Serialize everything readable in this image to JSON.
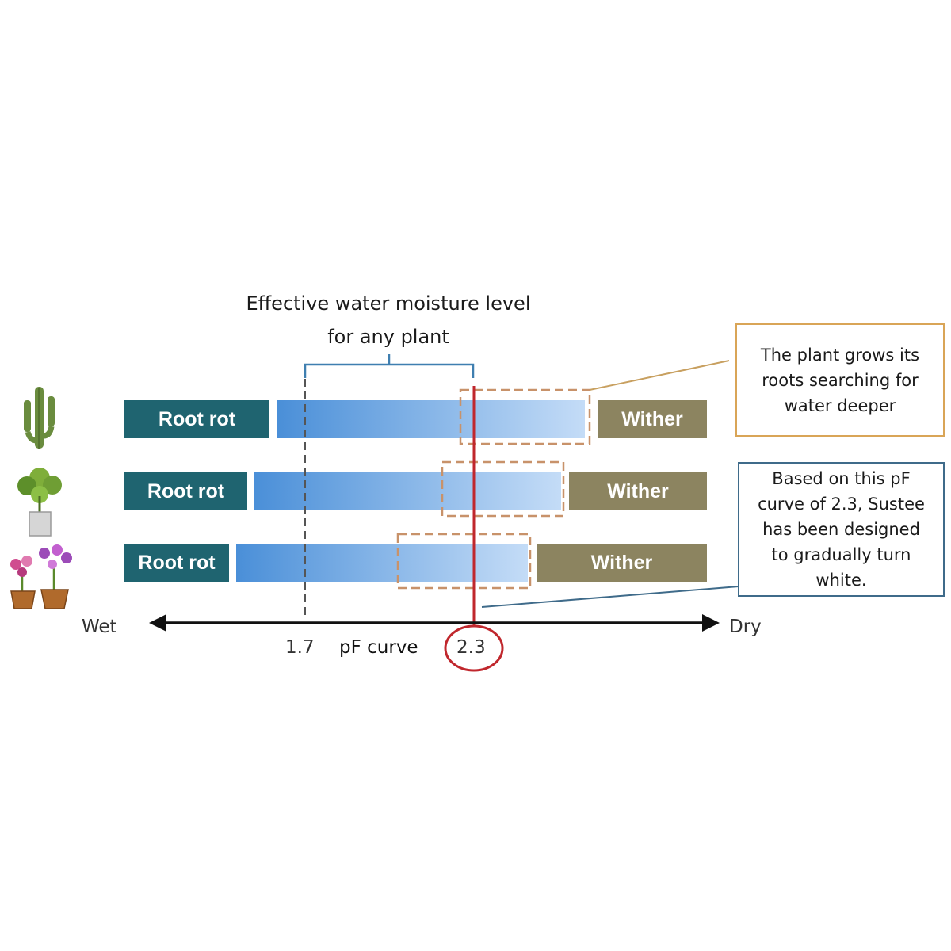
{
  "heading": {
    "line1": "Effective water moisture level",
    "line2": "for any plant"
  },
  "rows": [
    {
      "plant_icon": "cactus-icon",
      "left_label": "Root rot",
      "right_label": "Wither"
    },
    {
      "plant_icon": "potted-foliage-plant-icon",
      "left_label": "Root rot",
      "right_label": "Wither"
    },
    {
      "plant_icon": "potted-flowers-icon",
      "left_label": "Root rot",
      "right_label": "Wither"
    }
  ],
  "axis": {
    "left_label": "Wet",
    "right_label": "Dry",
    "name": "pF curve",
    "marker_low": "1.7",
    "marker_high": "2.3"
  },
  "callouts": {
    "roots": "The plant grows its roots searching for water deeper",
    "sustee_lines": [
      "Based on this pF",
      "curve of 2.3, Sustee",
      "has been designed",
      "to gradually turn",
      "white."
    ]
  },
  "colors": {
    "root_rot": "#1f6470",
    "wither": "#8c8460",
    "optimal_start": "#4a8fd8",
    "optimal_end": "#c4dcf7",
    "marker_red": "#c0272d",
    "callout_orange_border": "#d9a557",
    "callout_blue_border": "#3f6b8a",
    "dashed_orange": "#c8926a"
  }
}
